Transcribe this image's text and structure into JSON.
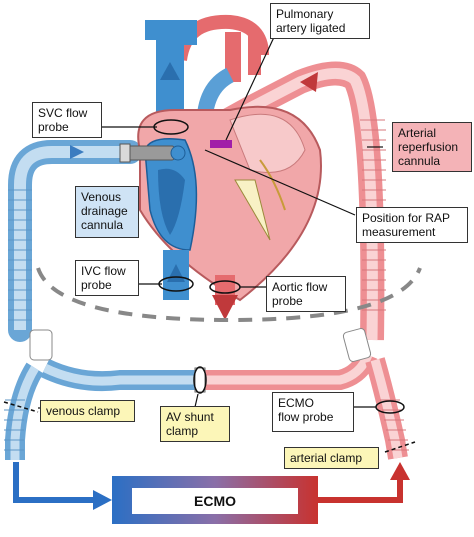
{
  "labels": {
    "pulmonary_artery": "Pulmonary\nartery ligated",
    "svc_probe": "SVC flow\nprobe",
    "arterial_cannula": "Arterial\nreperfusion\ncannula",
    "venous_cannula": "Venous\ndrainage\ncannula",
    "rap": "Position for RAP\nmeasurement",
    "ivc_probe": "IVC flow\nprobe",
    "aortic_probe": "Aortic flow\nprobe",
    "venous_clamp": "venous clamp",
    "av_shunt_clamp": "AV shunt\nclamp",
    "ecmo_probe": "ECMO\nflow probe",
    "arterial_clamp": "arterial clamp",
    "ecmo": "ECMO"
  },
  "colors": {
    "venous": "#4a90cf",
    "venous_light": "#a9cde9",
    "arterial": "#e03b3b",
    "arterial_light": "#f2a3a5",
    "label_yellow": "#fcf6b8",
    "label_blue": "#cfe3f5",
    "label_pink": "#f4b3b7"
  }
}
